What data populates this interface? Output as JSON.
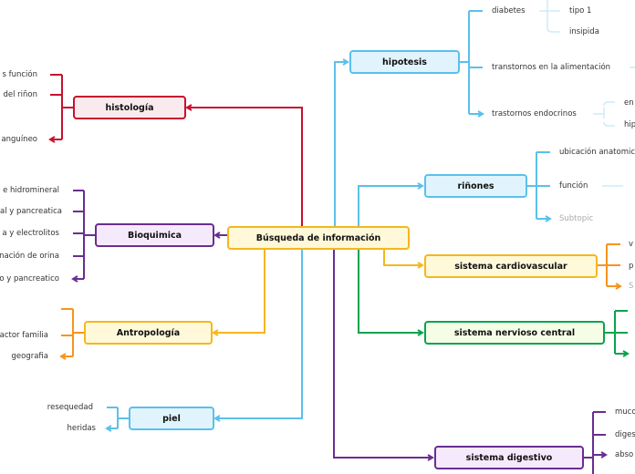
{
  "colors": {
    "red": "#c8102e",
    "purple": "#6a2d91",
    "orange": "#f7941d",
    "yellow": "#f5b71e",
    "blue": "#5bc0eb",
    "green": "#0aa34f"
  },
  "central": "Búsqueda de información",
  "histologia": {
    "label": "histología",
    "items": [
      "s función",
      "del riñon",
      "anguíneo"
    ]
  },
  "bioquimica": {
    "label": "Bioquimica",
    "items": [
      "e hidromineral",
      "al y pancreatica",
      "a y electrolitos",
      "nación de orina",
      "o y pancreatico"
    ]
  },
  "antropologia": {
    "label": "Antropología",
    "items": [
      "actor familia",
      "geografia"
    ]
  },
  "piel": {
    "label": "piel",
    "items": [
      "resequedad",
      "heridas"
    ]
  },
  "hipotesis": {
    "label": "hipotesis",
    "items": [
      "diabetes",
      "transtornos en la alimentación",
      "trastornos endocrinos"
    ],
    "diabetes_sub": [
      "tipo 1",
      "insipida"
    ],
    "endocrinos_sub": [
      "en",
      "hip"
    ]
  },
  "rinones": {
    "label": "riñones",
    "items": [
      "ubicación anatomic",
      "función",
      "Subtopic"
    ]
  },
  "cardiovascular": {
    "label": "sistema cardiovascular",
    "items": [
      "v",
      "p",
      "S"
    ]
  },
  "nervioso": {
    "label": "sistema nervioso central"
  },
  "digestivo": {
    "label": "sistema digestivo",
    "items": [
      "muco",
      "diges",
      "abso"
    ]
  }
}
